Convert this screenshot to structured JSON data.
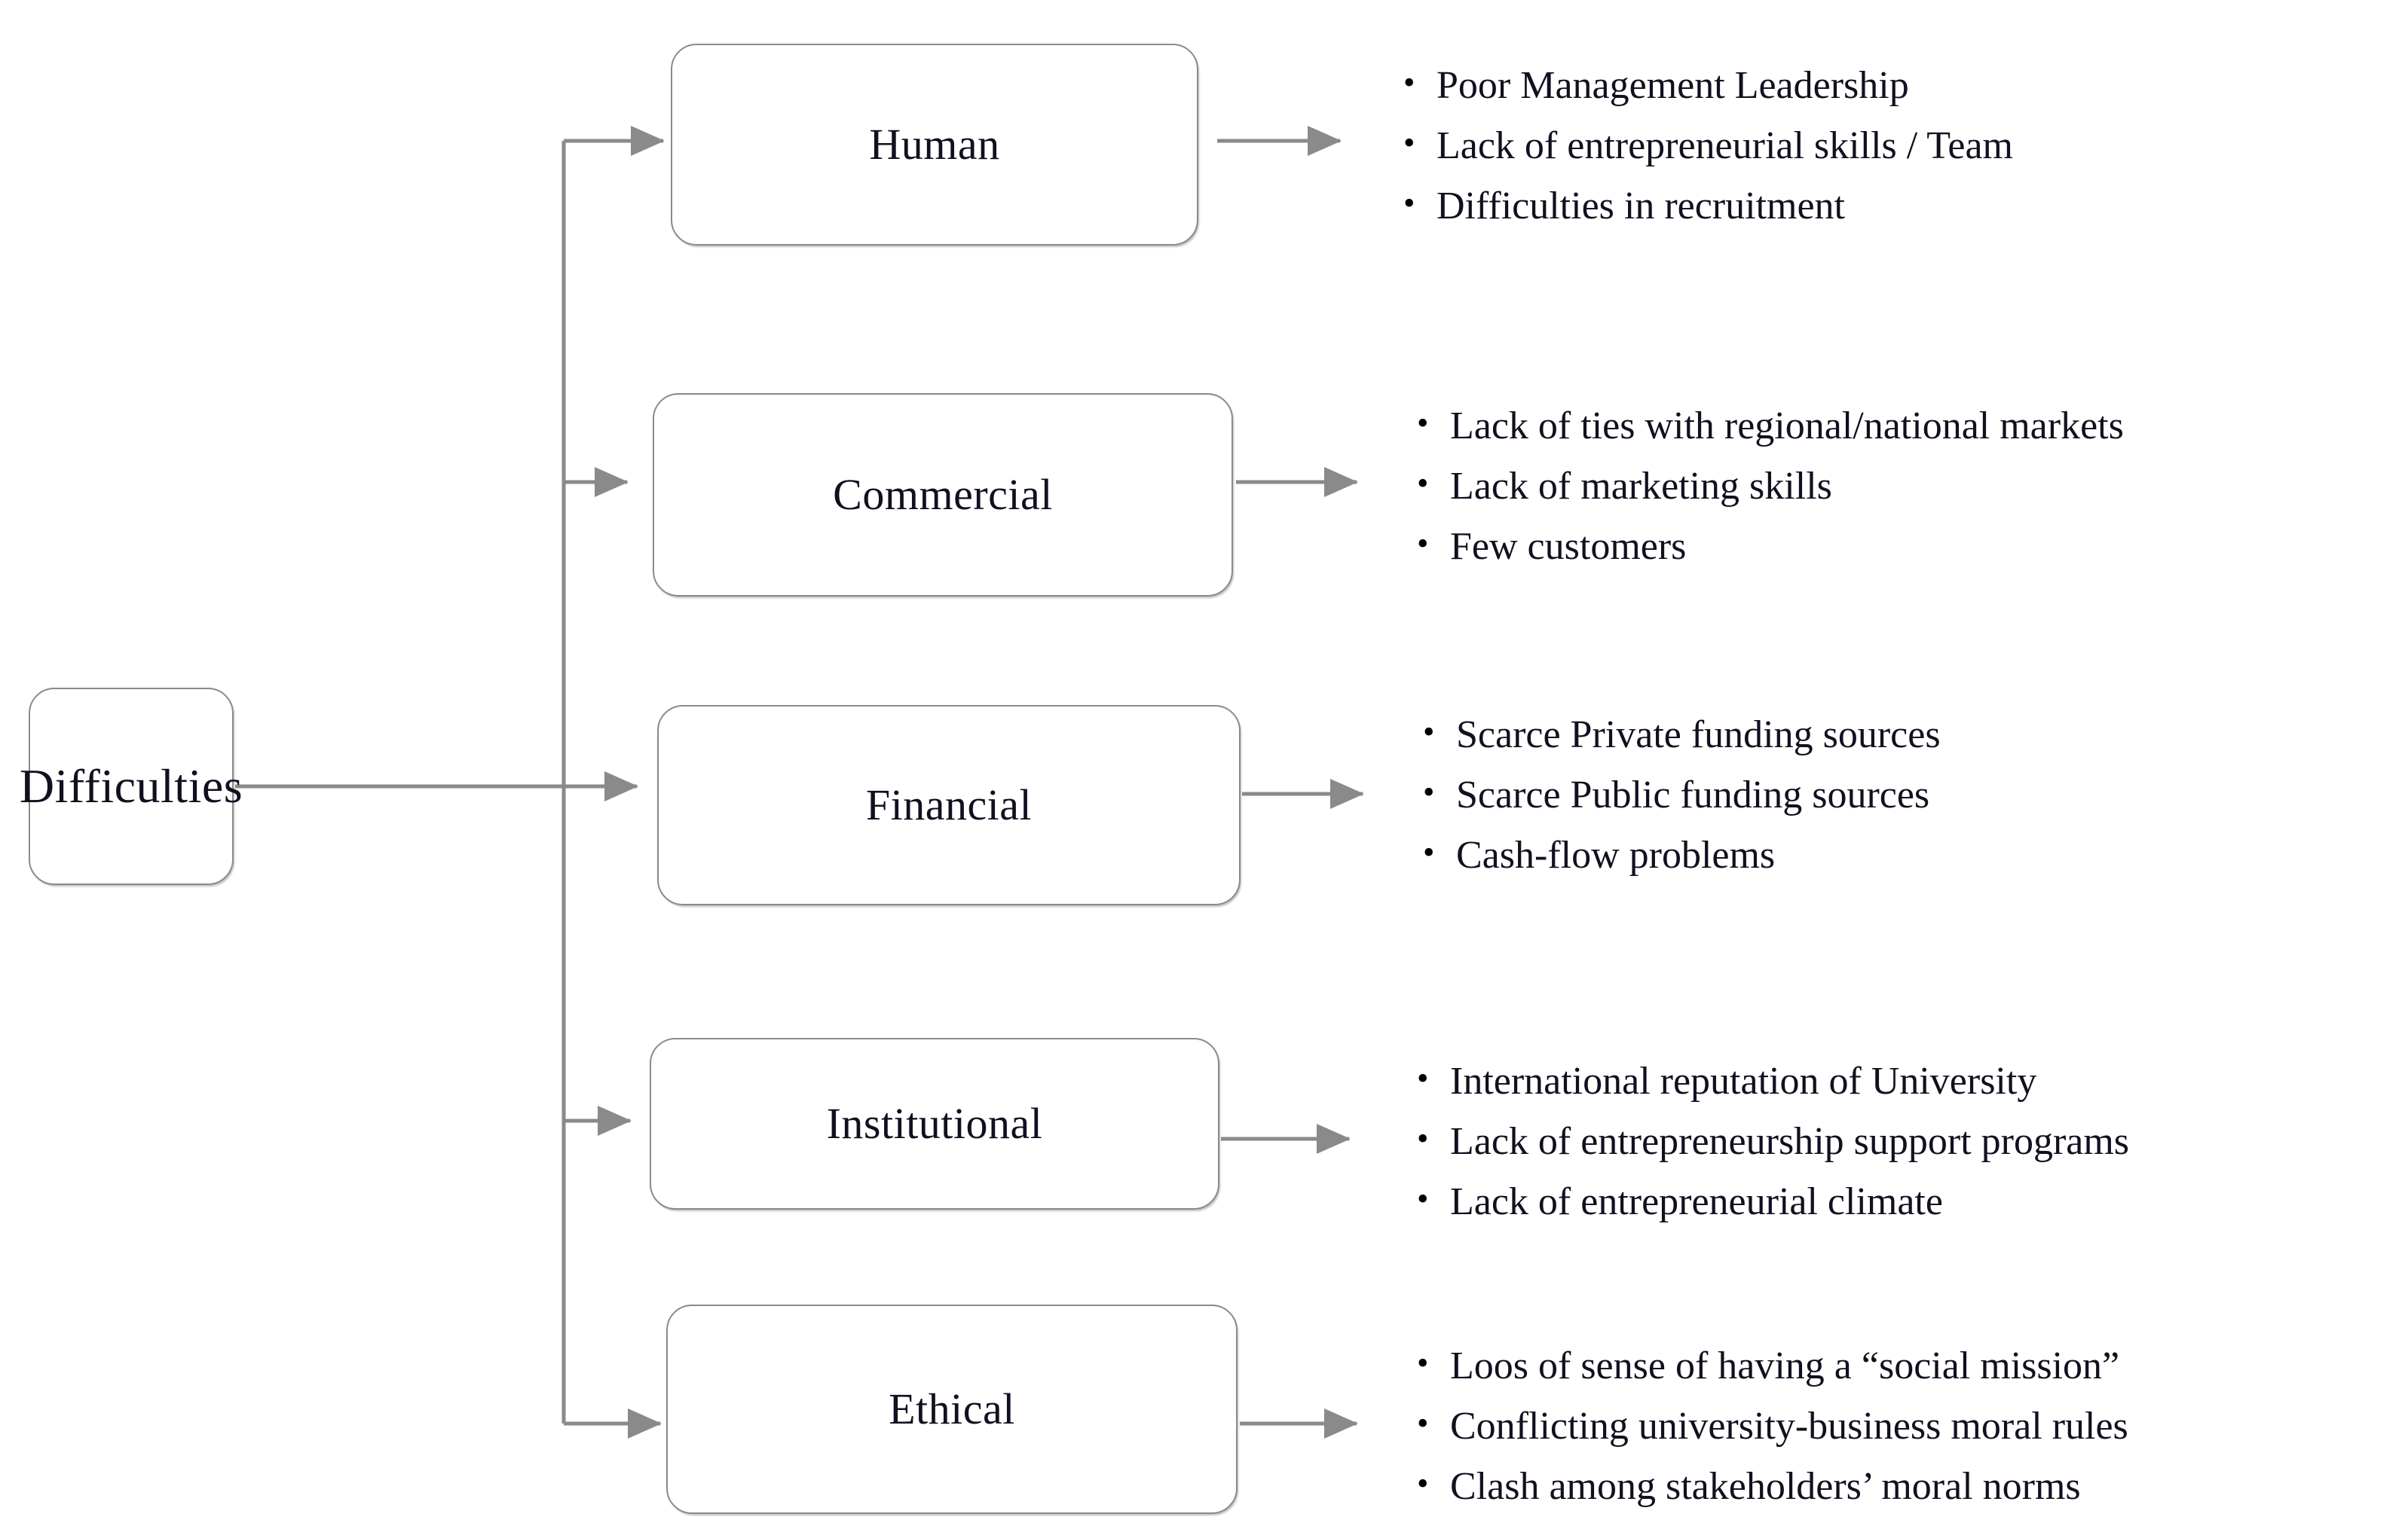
{
  "diagram": {
    "root": {
      "label": "Difficulties"
    },
    "branches": [
      {
        "category": "Human",
        "items": [
          "Poor  Management Leadership",
          "Lack of  entrepreneurial skills / Team",
          "Difficulties in recruitment"
        ]
      },
      {
        "category": "Commercial",
        "items": [
          "Lack of ties with regional/national markets",
          "Lack of marketing skills",
          "Few customers"
        ]
      },
      {
        "category": "Financial",
        "items": [
          "Scarce Private funding sources",
          "Scarce Public funding sources",
          "Cash-flow problems"
        ]
      },
      {
        "category": "Institutional",
        "items": [
          "International reputation of University",
          "Lack of entrepreneurship support programs",
          "Lack of entrepreneurial climate"
        ]
      },
      {
        "category": "Ethical",
        "items": [
          "Loos of sense of having a “social mission”",
          "Conflicting university-business moral rules",
          "Clash among stakeholders’ moral norms"
        ]
      }
    ],
    "bullet_glyph": "•",
    "colors": {
      "background": "#ffffff",
      "box_border": "#8a8a8a",
      "connector": "#8a8a8a",
      "text": "#101020"
    }
  }
}
